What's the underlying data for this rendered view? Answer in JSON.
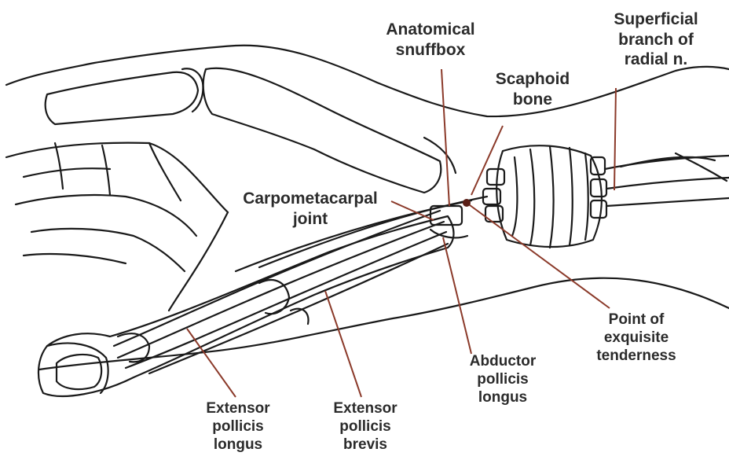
{
  "labels": {
    "anatomical_snuffbox": "Anatomical\nsnuffbox",
    "superficial_branch": "Superficial\nbranch of\nradial n.",
    "scaphoid_bone": "Scaphoid\nbone",
    "carpometacarpal_joint": "Carpometacarpal\njoint",
    "point_of_tenderness": "Point of\nexquisite\ntenderness",
    "abductor_pollicis_longus": "Abductor\npollicis\nlongus",
    "extensor_pollicis_brevis": "Extensor\npollicis\nbrevis",
    "extensor_pollicis_longus": "Extensor\npollicis\nlongus"
  },
  "colors": {
    "leader_line": "#8b3a2a",
    "outline": "#1a1a1a",
    "text": "#2b2b2b"
  }
}
